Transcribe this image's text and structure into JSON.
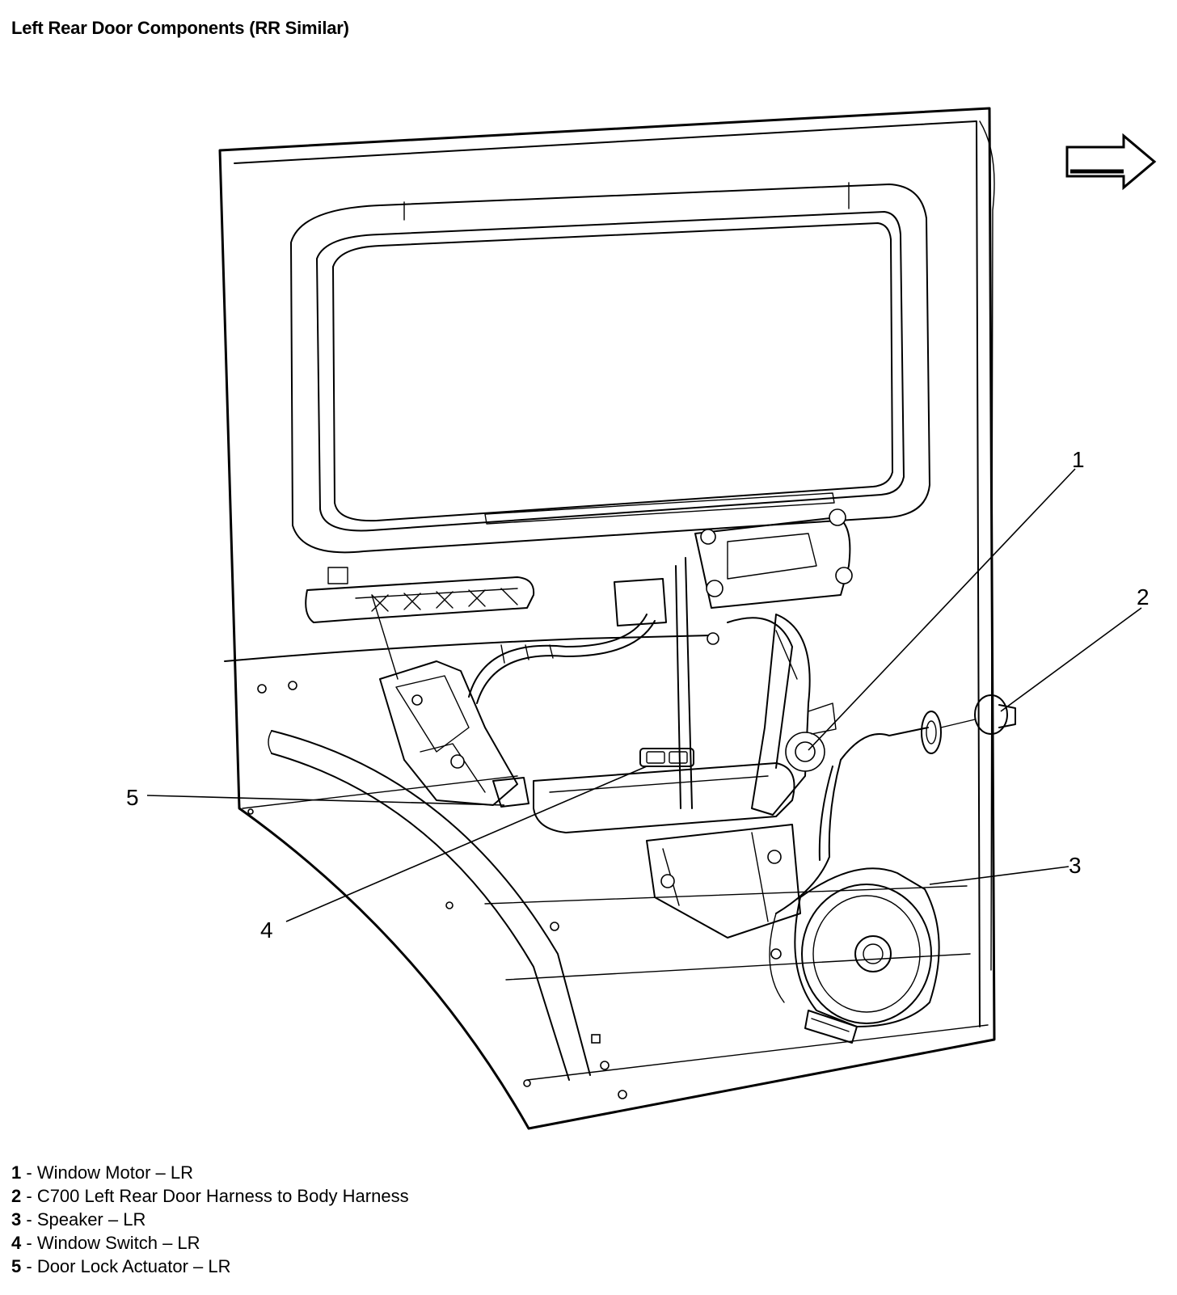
{
  "title": "Left Rear Door Components (RR Similar)",
  "callouts": [
    "1",
    "2",
    "3",
    "4",
    "5"
  ],
  "legend": [
    {
      "num": "1",
      "sep": " - ",
      "text": "Window Motor – LR"
    },
    {
      "num": "2",
      "sep": " - ",
      "text": "C700 Left Rear Door Harness to Body Harness"
    },
    {
      "num": "3",
      "sep": " - ",
      "text": "Speaker – LR"
    },
    {
      "num": "4",
      "sep": " - ",
      "text": "Window Switch – LR"
    },
    {
      "num": "5",
      "sep": " - ",
      "text": "Door Lock Actuator – LR"
    }
  ],
  "icons": {
    "direction": "forward-arrow-icon"
  }
}
